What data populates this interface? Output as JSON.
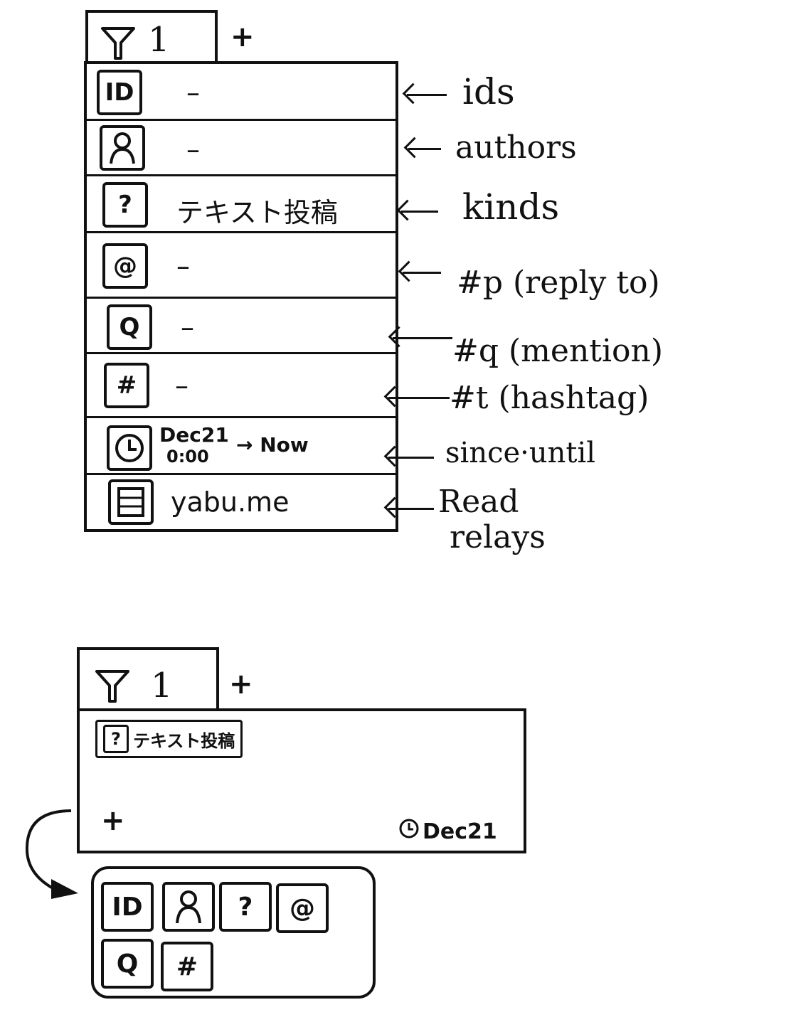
{
  "top": {
    "tab": {
      "count": "1",
      "icon": "filter-icon"
    },
    "add_tab_label": "+",
    "rows": [
      {
        "icon": "id-icon",
        "glyph": "ID",
        "value": "–",
        "annotation": "ids"
      },
      {
        "icon": "person-icon",
        "glyph": "👤",
        "value": "–",
        "annotation": "authors"
      },
      {
        "icon": "question-icon",
        "glyph": "?",
        "value": "テキスト投稿",
        "annotation": "kinds"
      },
      {
        "icon": "at-icon",
        "glyph": "@",
        "value": "–",
        "annotation": "#p (reply to)"
      },
      {
        "icon": "q-icon",
        "glyph": "Q",
        "value": "–",
        "annotation": "#q (mention)"
      },
      {
        "icon": "hash-icon",
        "glyph": "#",
        "value": "–",
        "annotation": "#t (hashtag)"
      },
      {
        "icon": "clock-icon",
        "glyph": "🕓",
        "value_line1": "Dec21",
        "value_line2": "0:00",
        "value_arrow": "→ Now",
        "annotation": "since·until"
      },
      {
        "icon": "relay-icon",
        "glyph": "☰",
        "value": "yabu.me",
        "annotation_line1": "Read",
        "annotation_line2": "relays"
      }
    ]
  },
  "bottom": {
    "tab": {
      "count": "1",
      "icon": "filter-icon"
    },
    "add_tab_label": "+",
    "chip": {
      "icon": "question-icon",
      "glyph": "?",
      "label": "テキスト投稿"
    },
    "add_filter_label": "+",
    "since": {
      "icon": "clock-icon",
      "glyph": "🕓",
      "label": "Dec21"
    },
    "picker": [
      {
        "icon": "id-icon",
        "glyph": "ID"
      },
      {
        "icon": "person-icon",
        "glyph": "👤"
      },
      {
        "icon": "question-icon",
        "glyph": "?"
      },
      {
        "icon": "at-icon",
        "glyph": "@"
      },
      {
        "icon": "q-icon",
        "glyph": "Q"
      },
      {
        "icon": "hash-icon",
        "glyph": "#"
      }
    ]
  },
  "colors": {
    "ink": "#111111",
    "paper": "#ffffff"
  }
}
